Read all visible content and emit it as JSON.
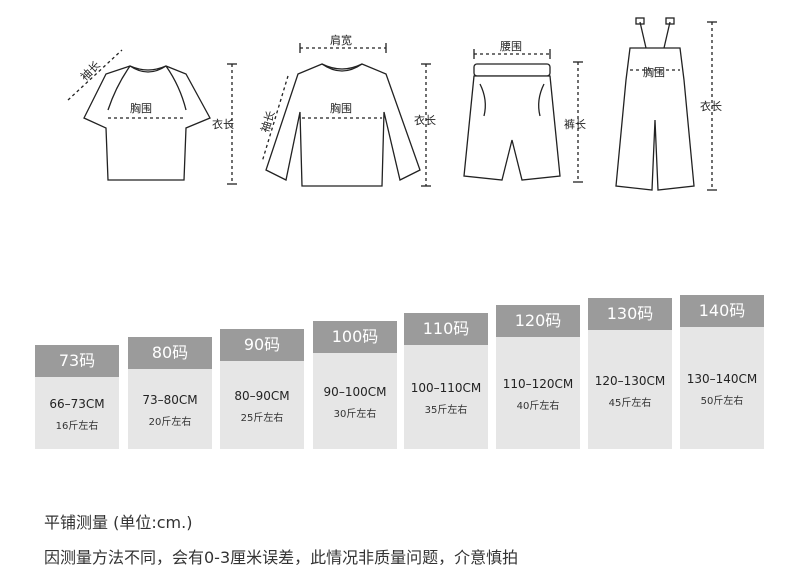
{
  "diagram_labels": {
    "sleeve": "袖长",
    "chest_tshirt": "胸围",
    "body_length_tshirt": "衣长",
    "shoulder": "肩宽",
    "sleeve_long": "袖长",
    "chest_long": "胸围",
    "body_length_long": "衣长",
    "waist": "腰围",
    "pants_length": "裤长",
    "chest_overall": "胸围",
    "body_length_overall": "衣长"
  },
  "sizes": [
    {
      "size": "73码",
      "range": "66–73CM",
      "weight": "16斤左右"
    },
    {
      "size": "80码",
      "range": "73–80CM",
      "weight": "20斤左右"
    },
    {
      "size": "90码",
      "range": "80–90CM",
      "weight": "25斤左右"
    },
    {
      "size": "100码",
      "range": "90–100CM",
      "weight": "30斤左右"
    },
    {
      "size": "110码",
      "range": "100–110CM",
      "weight": "35斤左右"
    },
    {
      "size": "120码",
      "range": "110–120CM",
      "weight": "40斤左右"
    },
    {
      "size": "130码",
      "range": "120–130CM",
      "weight": "45斤左右"
    },
    {
      "size": "140码",
      "range": "130–140CM",
      "weight": "50斤左右"
    }
  ],
  "notes": {
    "line1": "平铺测量 (单位:cm.)",
    "line2": "因测量方法不同，会有0-3厘米误差，此情况非质量问题，介意慎拍"
  },
  "colors": {
    "card_header": "#9b9b9b",
    "card_body": "#e6e6e6"
  }
}
